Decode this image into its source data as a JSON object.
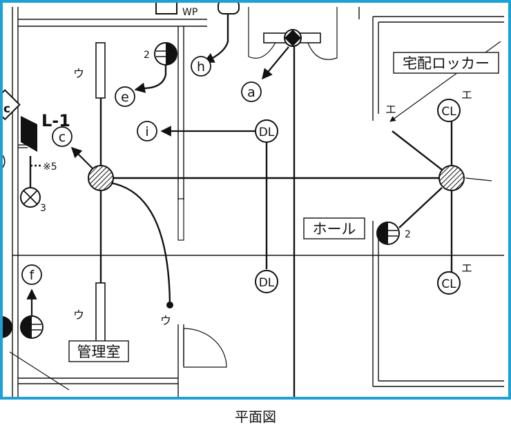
{
  "colors": {
    "frame": "#1da1d6",
    "ink": "#111111",
    "paper": "#ffffff"
  },
  "labels": {
    "wp": "WP",
    "a": "a",
    "c_left": "c",
    "c_circle": "c",
    "e": "e",
    "f": "f",
    "h": "h",
    "i": "i",
    "l1": "L-1",
    "note5": "※5",
    "num2_top": "2",
    "num2_right": "2",
    "num3": "3",
    "u_top": "ウ",
    "u_bottom": "ウ",
    "u_door": "ウ",
    "e_kana_1": "エ",
    "e_kana_2": "エ",
    "e_kana_3": "エ",
    "dl_1": "DL",
    "dl_2": "DL",
    "cl_1": "CL",
    "cl_2": "CL",
    "room_locker": "宅配ロッカー",
    "room_hall": "ホール",
    "room_office": "管理室",
    "caption": "平面図"
  }
}
